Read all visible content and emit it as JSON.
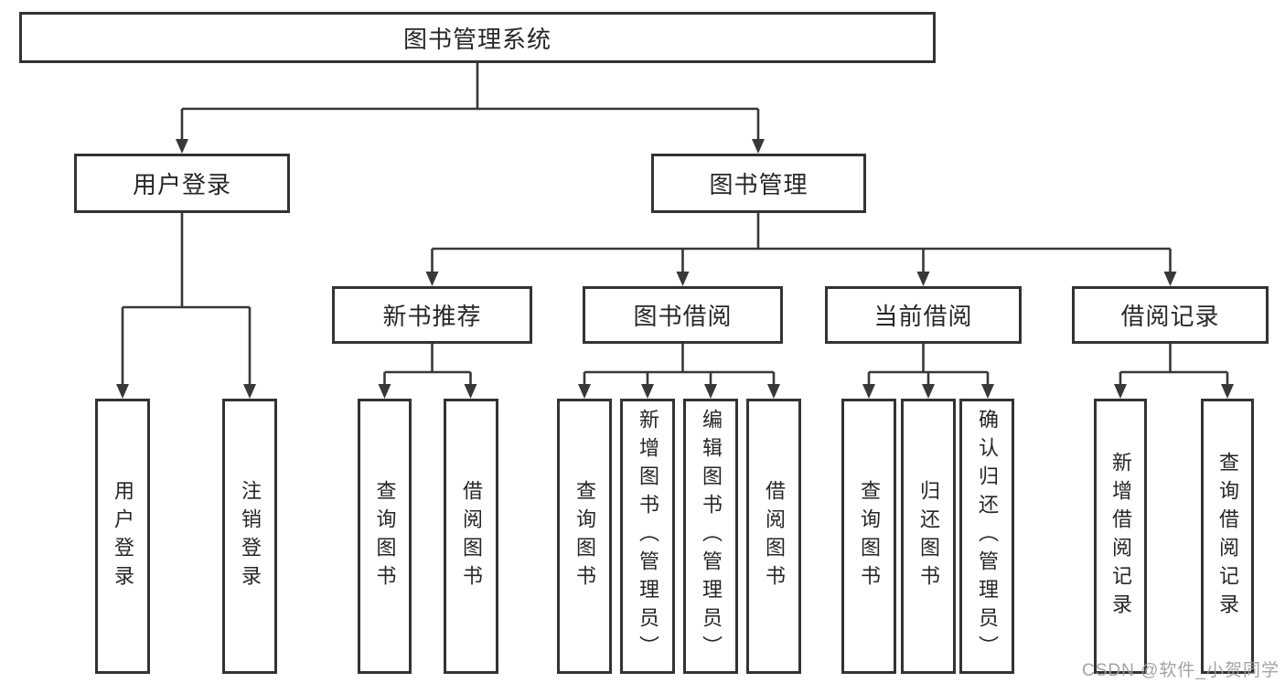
{
  "diagram": {
    "type": "tree",
    "root": {
      "label": "图书管理系统",
      "children": [
        {
          "label": "用户登录",
          "children": [
            {
              "label": "用户登录"
            },
            {
              "label": "注销登录"
            }
          ]
        },
        {
          "label": "图书管理",
          "children": [
            {
              "label": "新书推荐",
              "children": [
                {
                  "label": "查询图书"
                },
                {
                  "label": "借阅图书"
                }
              ]
            },
            {
              "label": "图书借阅",
              "children": [
                {
                  "label": "查询图书"
                },
                {
                  "label": "新增图书（管理员）"
                },
                {
                  "label": "编辑图书（管理员）"
                },
                {
                  "label": "借阅图书"
                }
              ]
            },
            {
              "label": "当前借阅",
              "children": [
                {
                  "label": "查询图书"
                },
                {
                  "label": "归还图书"
                },
                {
                  "label": "确认归还（管理员）"
                }
              ]
            },
            {
              "label": "借阅记录",
              "children": [
                {
                  "label": "新增借阅记录"
                },
                {
                  "label": "查询借阅记录"
                }
              ]
            }
          ]
        }
      ]
    }
  },
  "watermark": {
    "text": "CSDN @软件_小贺同学",
    "color": "#9e9e9e"
  },
  "colors": {
    "line": "#383838",
    "box_border": "#333333",
    "text": "#262626",
    "background": "#ffffff"
  }
}
